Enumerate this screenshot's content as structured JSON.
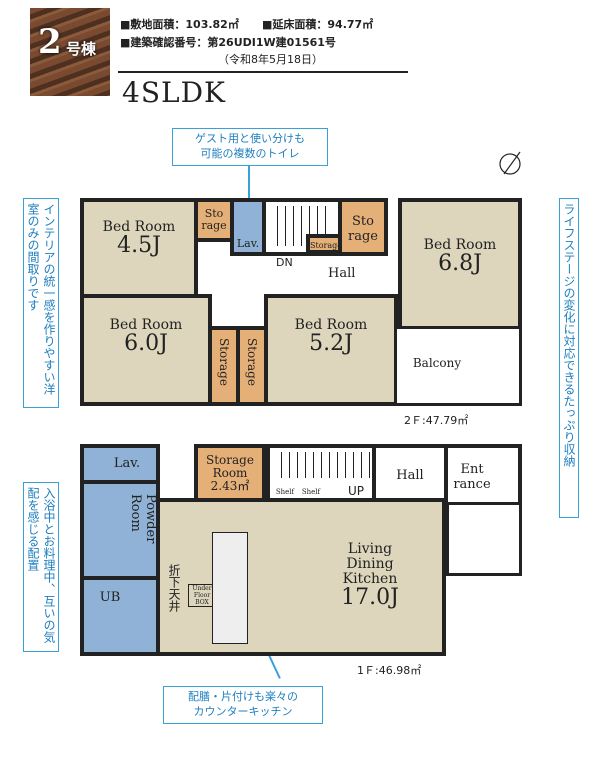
{
  "header": {
    "unit_number": "2",
    "unit_suffix": "号棟",
    "site_area": "■敷地面積：103.82㎡",
    "floor_area": "■延床面積：94.77㎡",
    "permit": "■建築確認番号：第26UDI1W建01561号",
    "permit_date": "（令和8年5月18日）",
    "layout": "4SLDK"
  },
  "callouts": {
    "toilet": [
      "ゲスト用と使い分けも",
      "可能の複数のトイレ"
    ],
    "interior": "インテリアの統一感を作りやすい洋室のみの間取りです",
    "storage": "ライフステージの変化に対応できるたっぷり収納",
    "bath": "入浴中とお料理中、互いの気配を感じる配置",
    "kitchen": [
      "配膳・片付けも楽々の",
      "カウンターキッチン"
    ]
  },
  "floor2": {
    "area": "2Ｆ:47.79㎡",
    "bed1": {
      "name": "Bed Room",
      "size": "4.5J"
    },
    "bed2": {
      "name": "Bed Room",
      "size": "6.8J"
    },
    "bed3": {
      "name": "Bed Room",
      "size": "6.0J"
    },
    "bed4": {
      "name": "Bed Room",
      "size": "5.2J"
    },
    "storage_a": "Sto rage",
    "storage_b": "Sto rage",
    "storage_c": "Storage",
    "storage_d": "Storage",
    "storage_small": "Storage",
    "lav": "Lav.",
    "dn": "DN",
    "hall": "Hall",
    "balcony": "Balcony"
  },
  "floor1": {
    "area": "1Ｆ:46.98㎡",
    "lav": "Lav.",
    "powder": "Powder Room",
    "ub": "UB",
    "storage_room": {
      "name": "Storage Room",
      "size": "2.43㎡"
    },
    "shelf1": "Shelf",
    "shelf2": "Shelf",
    "up": "UP",
    "hall": "Hall",
    "entrance": "Ent rance",
    "ldk": {
      "name": "Living Dining Kitchen",
      "size": "17.0J"
    },
    "under": "Under Floor BOX",
    "ceiling": "折下天井"
  }
}
